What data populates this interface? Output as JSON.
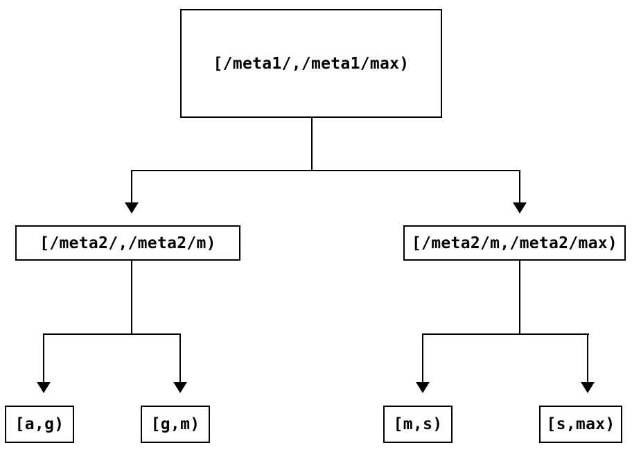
{
  "diagram": {
    "type": "binary-interval-tree",
    "root": {
      "label": "[/meta1/,/meta1/max)"
    },
    "level2": [
      {
        "label": "[/meta2/,/meta2/m)"
      },
      {
        "label": "[/meta2/m,/meta2/max)"
      }
    ],
    "leaves": [
      {
        "label": "[a,g)"
      },
      {
        "label": "[g,m)"
      },
      {
        "label": "[m,s)"
      },
      {
        "label": "[s,max)"
      }
    ],
    "colors": {
      "background": "#ffffff",
      "line": "#000000",
      "text": "#000000"
    }
  }
}
